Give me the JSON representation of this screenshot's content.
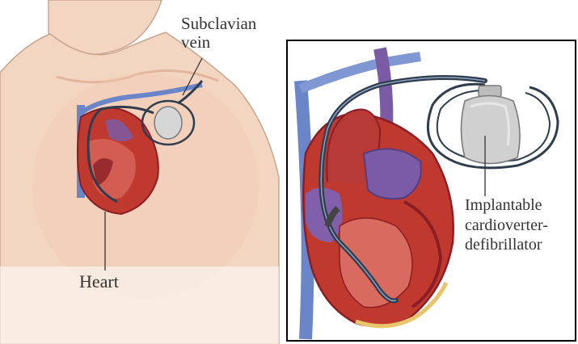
{
  "labels": {
    "subclavian_line1": "Subclavian",
    "subclavian_line2": "vein",
    "heart": "Heart",
    "icd_line1": "Implantable",
    "icd_line2": "cardioverter-",
    "icd_line3": "defibrillator"
  },
  "colors": {
    "skin": "#f3d6c2",
    "skin_shadow": "#e6bba2",
    "heart_red": "#c0392f",
    "heart_dark": "#8b1e25",
    "heart_muscle": "#d96a5f",
    "vein_blue": "#6a86c8",
    "vein_purple": "#7b5aa6",
    "lead_dark": "#2f3d4f",
    "device_gray": "#cfcfcf",
    "fat_yellow": "#e8c46a",
    "frame_black": "#000000"
  }
}
